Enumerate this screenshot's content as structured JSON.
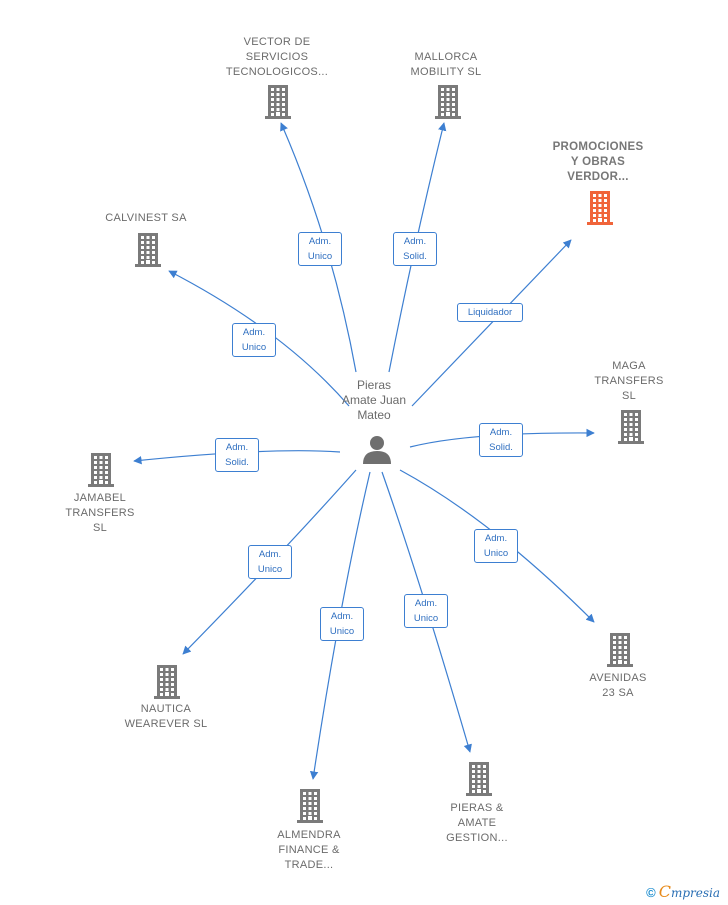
{
  "center": {
    "name": "Pieras Amate Juan Mateo",
    "lines": [
      "Pieras",
      "Amate Juan",
      "Mateo"
    ]
  },
  "colors": {
    "edge": "#3d7fd1",
    "building": "#7a7a7a",
    "highlight": "#f0643a",
    "person": "#6f6f6f"
  },
  "nodes": [
    {
      "id": "vector",
      "lines": [
        "VECTOR DE",
        "SERVICIOS",
        "TECNOLOGICOS..."
      ],
      "highlight": false,
      "icon": "building-icon"
    },
    {
      "id": "mallorca",
      "lines": [
        "MALLORCA",
        "MOBILITY  SL"
      ],
      "highlight": false,
      "icon": "building-icon"
    },
    {
      "id": "promociones",
      "lines": [
        "PROMOCIONES",
        "Y OBRAS",
        "VERDOR..."
      ],
      "highlight": true,
      "icon": "building-icon"
    },
    {
      "id": "calvinest",
      "lines": [
        "CALVINEST SA"
      ],
      "highlight": false,
      "icon": "building-icon"
    },
    {
      "id": "maga",
      "lines": [
        "MAGA",
        "TRANSFERS",
        "SL"
      ],
      "highlight": false,
      "icon": "building-icon"
    },
    {
      "id": "jamabel",
      "lines": [
        "JAMABEL",
        "TRANSFERS",
        "SL"
      ],
      "highlight": false,
      "icon": "building-icon"
    },
    {
      "id": "avenidas",
      "lines": [
        "AVENIDAS",
        "23 SA"
      ],
      "highlight": false,
      "icon": "building-icon"
    },
    {
      "id": "nautica",
      "lines": [
        "NAUTICA",
        "WEAREVER SL"
      ],
      "highlight": false,
      "icon": "building-icon"
    },
    {
      "id": "almendra",
      "lines": [
        "ALMENDRA",
        "FINANCE &",
        "TRADE..."
      ],
      "highlight": false,
      "icon": "building-icon"
    },
    {
      "id": "pieras",
      "lines": [
        "PIERAS &",
        "AMATE",
        "GESTION..."
      ],
      "highlight": false,
      "icon": "building-icon"
    }
  ],
  "edges": [
    {
      "to": "vector",
      "role": [
        "Adm.",
        "Unico"
      ]
    },
    {
      "to": "mallorca",
      "role": [
        "Adm.",
        "Solid."
      ]
    },
    {
      "to": "promociones",
      "role": [
        "Liquidador"
      ]
    },
    {
      "to": "calvinest",
      "role": [
        "Adm.",
        "Unico"
      ]
    },
    {
      "to": "maga",
      "role": [
        "Adm.",
        "Solid."
      ]
    },
    {
      "to": "jamabel",
      "role": [
        "Adm.",
        "Solid."
      ]
    },
    {
      "to": "avenidas",
      "role": [
        "Adm.",
        "Unico"
      ]
    },
    {
      "to": "nautica",
      "role": [
        "Adm.",
        "Unico"
      ]
    },
    {
      "to": "almendra",
      "role": [
        "Adm.",
        "Unico"
      ]
    },
    {
      "to": "pieras",
      "role": [
        "Adm.",
        "Unico"
      ]
    }
  ],
  "footer": {
    "copyright": "©",
    "brand_initial": "C",
    "brand_rest": "mpresia"
  }
}
